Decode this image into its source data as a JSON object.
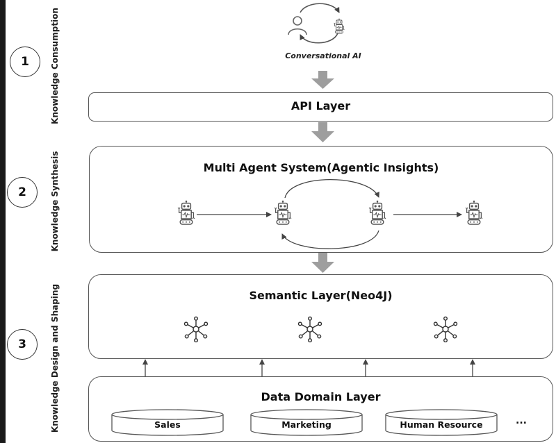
{
  "phases": [
    {
      "number": "1",
      "label": "Knowledge Consumption"
    },
    {
      "number": "2",
      "label": "Knowledge Synthesis"
    },
    {
      "number": "3",
      "label": "Knowledge Design and Shaping"
    }
  ],
  "conversational": {
    "label": "Conversational AI",
    "icons": [
      "user-icon",
      "robot-icon",
      "cycle-arrows-icon"
    ]
  },
  "api_layer": {
    "title": "API Layer"
  },
  "multi_agent": {
    "title": "Multi Agent System(Agentic Insights)",
    "agent_icon": "robot-icon"
  },
  "semantic_layer": {
    "title": "Semantic Layer(Neo4J)",
    "node_icon": "graph-network-icon"
  },
  "data_domain": {
    "title": "Data Domain Layer",
    "databases": [
      "Sales",
      "Marketing",
      "Human Resource"
    ],
    "more": "..."
  },
  "colors": {
    "flow_arrow": "#9e9e9e",
    "border": "#555555",
    "line": "#444444"
  }
}
